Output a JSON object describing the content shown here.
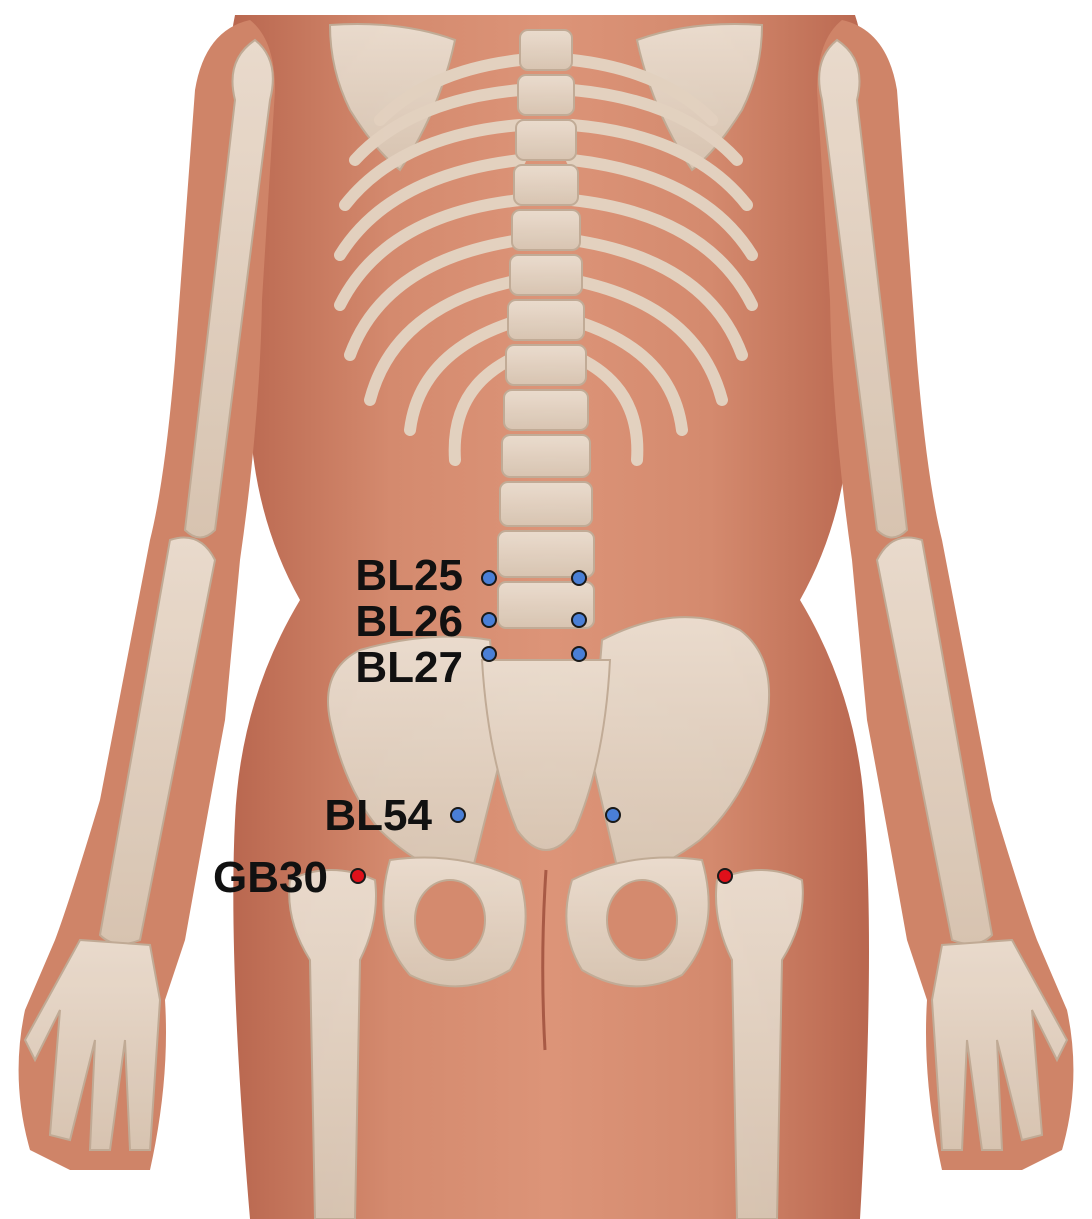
{
  "colors": {
    "skin": "#d48a6e",
    "skin_shadow": "#b96a52",
    "bone": "#e3d6c6",
    "bone_shadow": "#c5b4a1",
    "bladder_point": "#4a7fd6",
    "gallbladder_point": "#e0101a",
    "label_text": "#111111"
  },
  "acupoints": [
    {
      "id": "BL25",
      "label": "BL25",
      "meridian": "bladder"
    },
    {
      "id": "BL26",
      "label": "BL26",
      "meridian": "bladder"
    },
    {
      "id": "BL27",
      "label": "BL27",
      "meridian": "bladder"
    },
    {
      "id": "BL54",
      "label": "BL54",
      "meridian": "bladder"
    },
    {
      "id": "GB30",
      "label": "GB30",
      "meridian": "gallbladder"
    }
  ]
}
